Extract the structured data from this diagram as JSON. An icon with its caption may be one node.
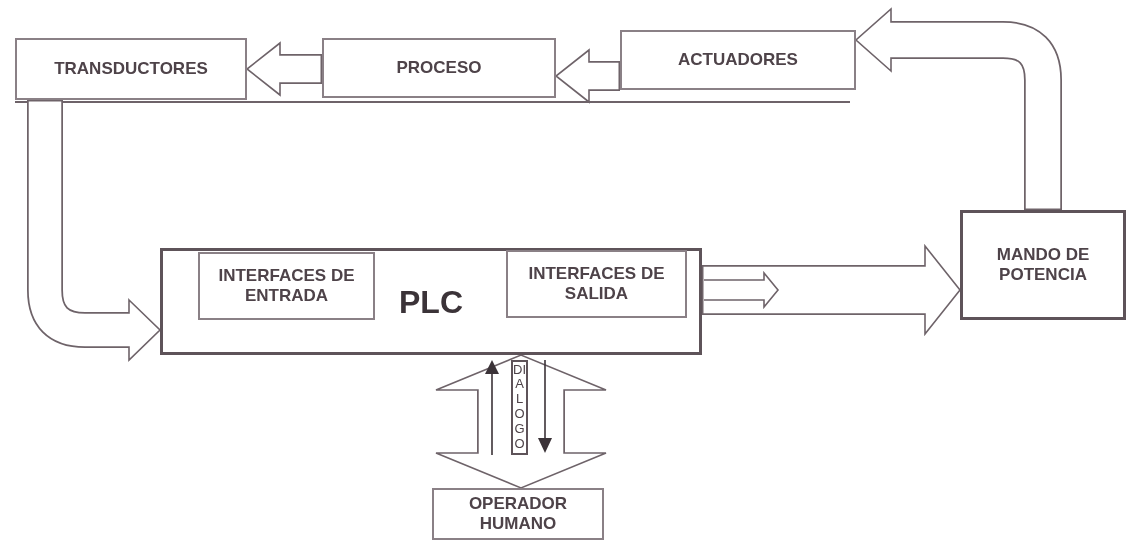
{
  "diagram": {
    "nodes": [
      {
        "text": [
          "TRANSDUCTORES"
        ]
      },
      {
        "text": [
          "PROCESO"
        ]
      },
      {
        "text": [
          "ACTUADORES"
        ]
      },
      {
        "text": [
          "PLC"
        ]
      },
      {
        "text": [
          "INTERFACES DE ENTRADA"
        ],
        "in": 3
      },
      {
        "text": [
          "INTERFACES DE SALIDA"
        ],
        "in": 3
      },
      {
        "text": [
          "MANDO DE POTENCIA"
        ]
      },
      {
        "text": [
          "OPERADOR HUMANO"
        ]
      }
    ],
    "edges": [
      {
        "from": 2,
        "to": 1,
        "arrow": "to"
      },
      {
        "from": 1,
        "to": 0,
        "arrow": "to"
      },
      {
        "from": 0,
        "to": 3,
        "arrow": "to"
      },
      {
        "from": 3,
        "to": 6,
        "arrow": "to"
      },
      {
        "from": 6,
        "to": 2,
        "arrow": "to"
      },
      {
        "from": 3,
        "to": 7,
        "arrow": "both",
        "label": "DIALOGO",
        "style": "thick"
      }
    ]
  }
}
